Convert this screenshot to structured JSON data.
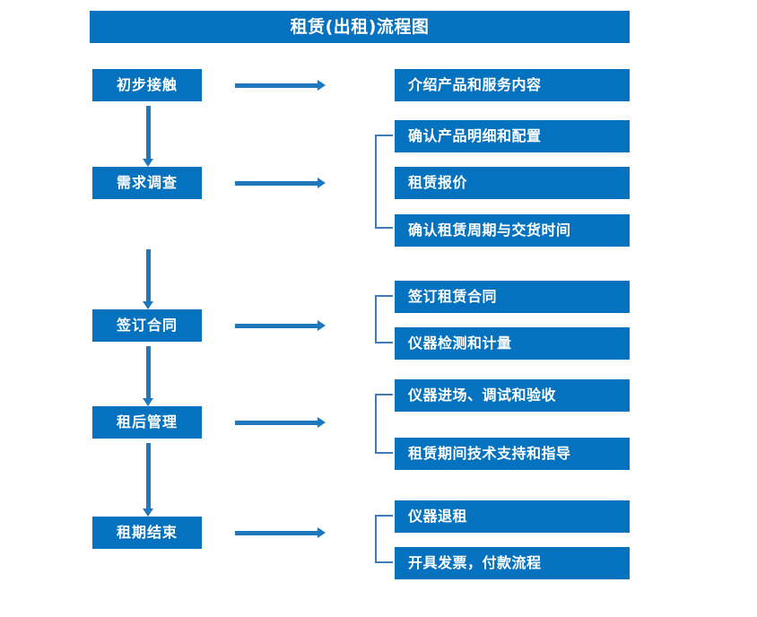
{
  "diagram": {
    "title": "租赁(出租)流程图",
    "colors": {
      "box_fill": "#0572bf",
      "box_text": "#ffffff",
      "arrow": "#1f77bc",
      "bracket": "#3f7cb5",
      "background": "#ffffff"
    },
    "stages": [
      {
        "id": "stage-1",
        "label": "初步接触",
        "details": [
          {
            "id": "detail-1-1",
            "label": "介绍产品和服务内容"
          }
        ],
        "bracketed": false
      },
      {
        "id": "stage-2",
        "label": "需求调查",
        "details": [
          {
            "id": "detail-2-1",
            "label": "确认产品明细和配置"
          },
          {
            "id": "detail-2-2",
            "label": "租赁报价"
          },
          {
            "id": "detail-2-3",
            "label": "确认租赁周期与交货时间"
          }
        ],
        "bracketed": true
      },
      {
        "id": "stage-3",
        "label": "签订合同",
        "details": [
          {
            "id": "detail-3-1",
            "label": "签订租赁合同"
          },
          {
            "id": "detail-3-2",
            "label": "仪器检测和计量"
          }
        ],
        "bracketed": true
      },
      {
        "id": "stage-4",
        "label": "租后管理",
        "details": [
          {
            "id": "detail-4-1",
            "label": "仪器进场、调试和验收"
          },
          {
            "id": "detail-4-2",
            "label": "租赁期间技术支持和指导"
          }
        ],
        "bracketed": true
      },
      {
        "id": "stage-5",
        "label": "租期结束",
        "details": [
          {
            "id": "detail-5-1",
            "label": "仪器退租"
          },
          {
            "id": "detail-5-2",
            "label": "开具发票，付款流程"
          }
        ],
        "bracketed": true
      }
    ]
  }
}
